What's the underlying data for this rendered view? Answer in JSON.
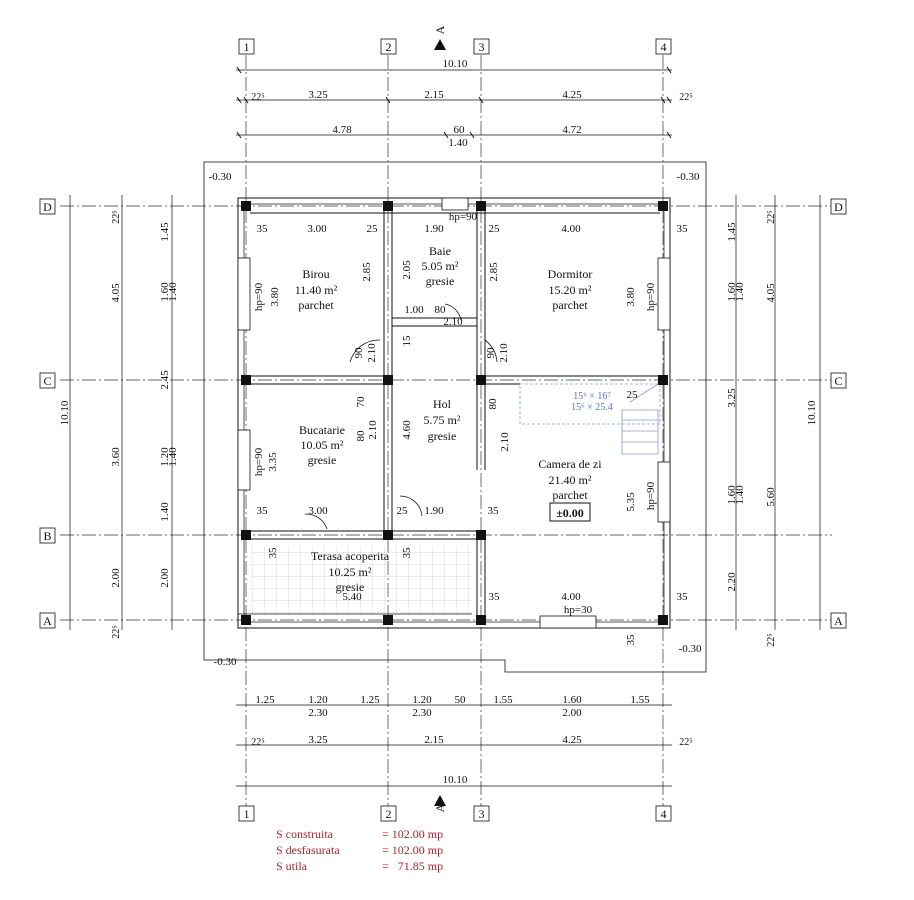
{
  "title_marker": "A",
  "grid_axes": {
    "vertical": [
      "1",
      "2",
      "3",
      "4"
    ],
    "horizontal": [
      "D",
      "C",
      "B",
      "A"
    ]
  },
  "top_dims": {
    "total": "10.10",
    "row2_edge_left": "22⁵",
    "row2": [
      "3.25",
      "2.15",
      "4.25"
    ],
    "row2_edge_right": "22⁵",
    "row3": [
      "4.78",
      "60",
      "4.72"
    ],
    "row3_sub": "1.40"
  },
  "bottom_dims": {
    "row1": [
      "1.25",
      "1.20",
      "1.25",
      "1.20",
      "50",
      "1.55",
      "1.60",
      "1.55"
    ],
    "row1_sub": [
      "2.30",
      "2.30",
      "2.00"
    ],
    "row2_edge_left": "22⁵",
    "row2": [
      "3.25",
      "2.15",
      "4.25"
    ],
    "row2_edge_right": "22⁵",
    "total": "10.10"
  },
  "left_dims": {
    "edge_top": "22⁵",
    "col_a": [
      "4.05",
      "3.60",
      "2.00"
    ],
    "col_b": [
      "1.45",
      "1.60",
      "1.40",
      "2.45",
      "1.20",
      "1.40",
      "1.40",
      "2.00"
    ],
    "edge_bottom": "22⁵",
    "total": "10.10"
  },
  "right_dims": {
    "edge_top": "22⁵",
    "col_a": [
      "1.45",
      "1.60",
      "1.40",
      "3.25",
      "1.60",
      "1.40",
      "2.20"
    ],
    "col_b": [
      "4.05",
      "5.60"
    ],
    "edge_bottom": "22⁵",
    "total": "10.10"
  },
  "levels": [
    "-0.30",
    "-0.30",
    "-0.30",
    "-0.30"
  ],
  "rooms": [
    {
      "name": "Birou",
      "area": "11.40 m²",
      "finish": "parchet"
    },
    {
      "name": "Baie",
      "area": "5.05 m²",
      "finish": "gresie"
    },
    {
      "name": "Dormitor",
      "area": "15.20 m²",
      "finish": "parchet"
    },
    {
      "name": "Bucatarie",
      "area": "10.05 m²",
      "finish": "gresie"
    },
    {
      "name": "Hol",
      "area": "5.75 m²",
      "finish": "gresie"
    },
    {
      "name": "Camera de zi",
      "area": "21.40 m²",
      "finish": "parchet"
    },
    {
      "name": "Terasa acoperita",
      "area": "10.25 m²",
      "finish": "gresie"
    }
  ],
  "floor_level": "±0.00",
  "inner_dims": {
    "birou_w": "3.00",
    "baie_w": "1.90",
    "dorm_w": "4.00",
    "wall_35a": "35",
    "wall_25a": "25",
    "wall_25b": "25",
    "wall_35b": "35",
    "birou_h": "2.85",
    "birou_h2": "3.80",
    "baie_h": "2.05",
    "dorm_h": "2.85",
    "dorm_h2": "3.80",
    "baie_100": "1.00",
    "baie_80": "80",
    "baie_210": "2.10",
    "hp90_top": "hp=90",
    "hp90_left": "hp=90",
    "hp90_right": "hp=90",
    "hp90_kitchen": "hp=90",
    "kitchen_335": "3.35",
    "hp90_living": "hp=90",
    "hp30": "hp=30",
    "d90a": "90",
    "d210a": "2.10",
    "d15": "15",
    "d90b": "90",
    "d210b": "2.10",
    "d70": "70",
    "d210c": "2.10",
    "d80a": "80",
    "d460": "4.60",
    "d80b": "80",
    "d210d": "2.10",
    "d25c": "25",
    "buc_w": "3.00",
    "hol_w": "1.90",
    "d35c": "35",
    "d25d": "25",
    "d35d": "35",
    "terasa_w": "5.40",
    "d35e": "35",
    "living_w": "4.00",
    "d35f": "35",
    "living_h": "5.35",
    "d35g": "35",
    "stair_a": "15⁶ × 16⁷",
    "stair_b": "15⁶ × 25.4"
  },
  "areas_summary": [
    {
      "label": "S construita",
      "value": "= 102.00 mp"
    },
    {
      "label": "S desfasurata",
      "value": "= 102.00 mp"
    },
    {
      "label": "S utila",
      "value": "=   71.85 mp"
    }
  ]
}
